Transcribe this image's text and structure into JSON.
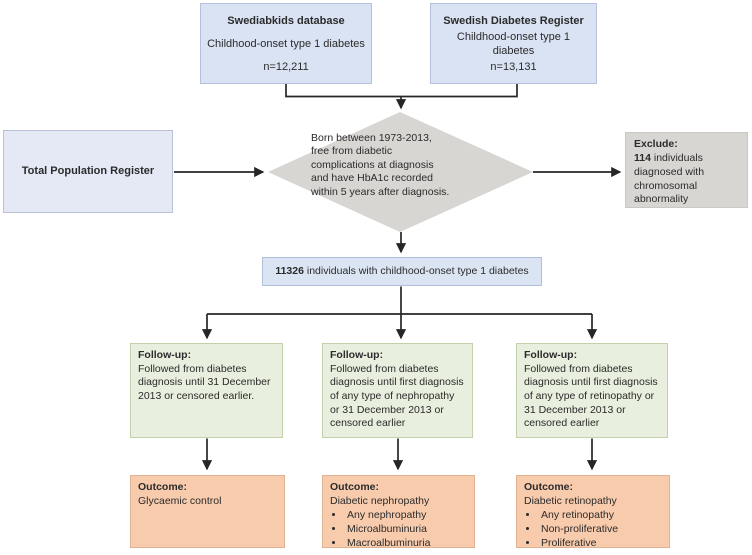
{
  "sources": [
    {
      "name": "Swediabkids database",
      "population": "Childhood-onset type 1 diabetes",
      "n": "n=12,211"
    },
    {
      "name": "Swedish Diabetes Register",
      "population": "Childhood-onset type 1 diabetes",
      "n": "n=13,131"
    }
  ],
  "population_register": {
    "label": "Total Population Register"
  },
  "decision": {
    "text": "Born between 1973-2013, free from diabetic complications at diagnosis and have HbA1c recorded within 5 years after diagnosis."
  },
  "exclusion": {
    "label": "Exclude:",
    "count": "114",
    "text": " individuals diagnosed with chromosomal abnormality"
  },
  "cohort": {
    "count": "11326",
    "text": " individuals with childhood-onset type 1 diabetes"
  },
  "followups": [
    {
      "title": "Follow-up:",
      "text": "Followed from diabetes diagnosis until 31 December 2013 or censored earlier."
    },
    {
      "title": "Follow-up:",
      "text": "Followed from diabetes diagnosis until first diagnosis of any type of nephropathy or 31 December 2013 or censored earlier"
    },
    {
      "title": "Follow-up:",
      "text": "Followed from diabetes diagnosis until first diagnosis of any type of retinopathy or 31 December 2013 or censored earlier"
    }
  ],
  "outcomes": [
    {
      "title": "Outcome:",
      "text": "Glycaemic control",
      "bullets": []
    },
    {
      "title": "Outcome:",
      "text": "Diabetic nephropathy",
      "bullets": [
        "Any nephropathy",
        "Microalbuminuria",
        "Macroalbuminuria"
      ]
    },
    {
      "title": "Outcome:",
      "text": "Diabetic retinopathy",
      "bullets": [
        "Any retinopathy",
        "Non-proliferative",
        "Proliferative"
      ]
    }
  ],
  "colors": {
    "source_box_fill": "#dae3f3",
    "source_box_border": "#b6c2dc",
    "register_box_fill": "#e5e9f5",
    "decision_fill": "#d8d6d3",
    "exclude_fill": "#d8d6d3",
    "cohort_fill": "#dbe4f3",
    "followup_fill": "#e8efde",
    "followup_border": "#c2d1ab",
    "outcome_fill": "#f8cbad",
    "outcome_border": "#dfb291",
    "line_color": "#262626"
  }
}
